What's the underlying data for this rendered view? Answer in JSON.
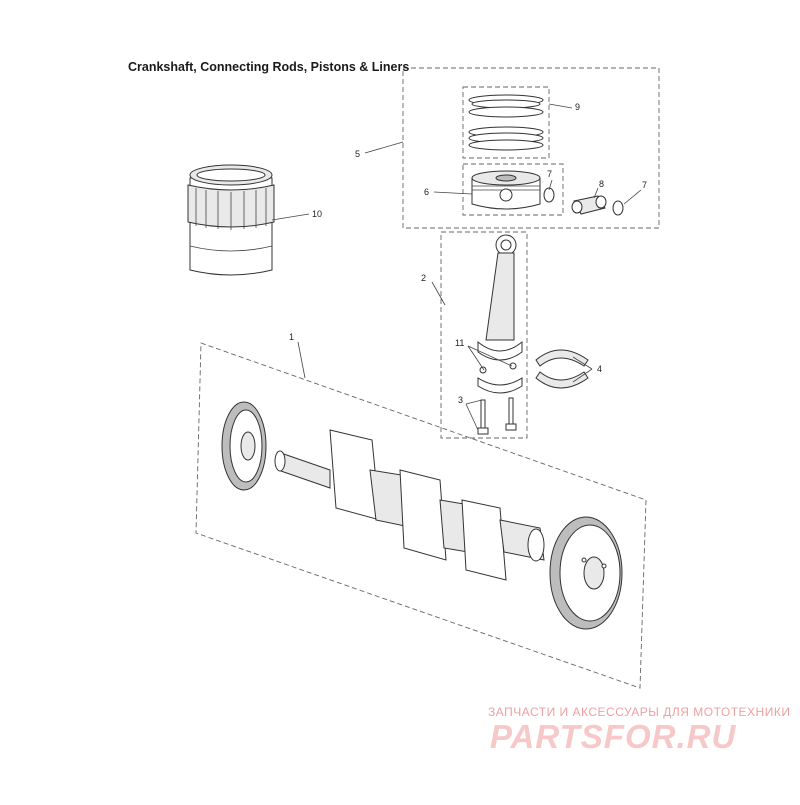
{
  "title": "Crankshaft, Connecting Rods, Pistons & Liners",
  "callouts": {
    "c1": "1",
    "c2": "2",
    "c3": "3",
    "c4": "4",
    "c5": "5",
    "c6": "6",
    "c7a": "7",
    "c7b": "7",
    "c8": "8",
    "c9": "9",
    "c10": "10",
    "c11": "11"
  },
  "watermark": {
    "tagline": "ЗАПЧАСТИ И АКСЕССУАРЫ ДЛЯ МОТОТЕХНИКИ",
    "logo": "PARTSFOR.RU"
  }
}
